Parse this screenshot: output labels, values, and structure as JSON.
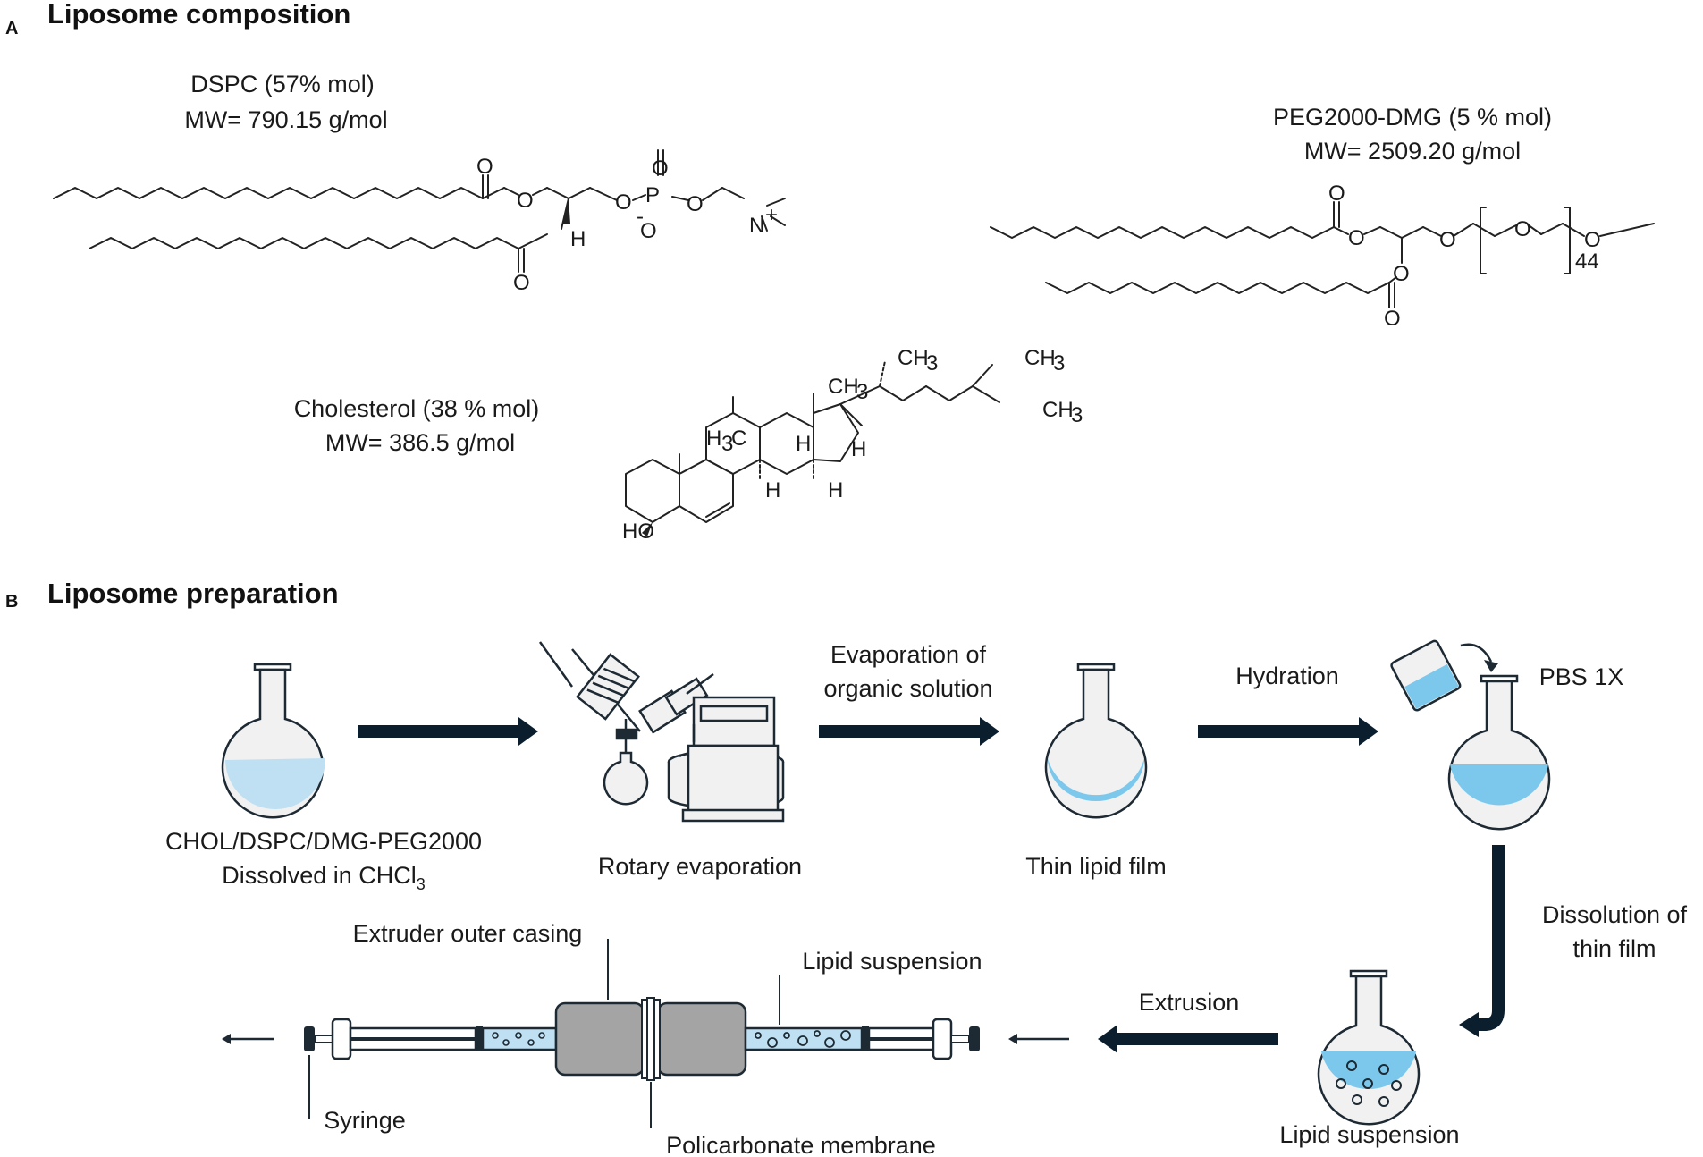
{
  "panel_a": {
    "letter": "A",
    "title": "Liposome composition",
    "dspc": {
      "name": "DSPC (57% mol)",
      "mw": "MW= 790.15 g/mol"
    },
    "peg": {
      "name": "PEG2000-DMG (5 % mol)",
      "mw": "MW= 2509.20 g/mol",
      "repeat": "44"
    },
    "chol": {
      "name": "Cholesterol (38 % mol)",
      "mw": "MW= 386.5 g/mol"
    },
    "atoms": {
      "O": "O",
      "P": "P",
      "H": "H",
      "N": "N",
      "plus": "+",
      "minus": "-",
      "ch3": "CH",
      "sub3": "3",
      "h3c": "H",
      "c": "C",
      "ho": "HO"
    }
  },
  "panel_b": {
    "letter": "B",
    "title": "Liposome preparation",
    "step1": {
      "line1": "CHOL/DSPC/DMG-PEG2000",
      "line2": "Dissolved in CHCl",
      "sub": "3"
    },
    "step2": "Rotary evaporation",
    "arrow2": {
      "line1": "Evaporation of",
      "line2": "organic solution"
    },
    "step3": "Thin lipid film",
    "arrow3": "Hydration",
    "pbs": "PBS 1X",
    "arrow4": {
      "line1": "Dissolution of",
      "line2": "thin film"
    },
    "step5": "Lipid suspension",
    "arrow5": "Extrusion",
    "extruder": {
      "casing": "Extruder outer casing",
      "suspension": "Lipid suspension",
      "syringe": "Syringe",
      "membrane": "Policarbonate membrane"
    }
  },
  "colors": {
    "arrow": "#0b1e2d",
    "liquid": "#bfe0f2",
    "film": "#7cc8ec",
    "casing": "#a4a4a4"
  }
}
